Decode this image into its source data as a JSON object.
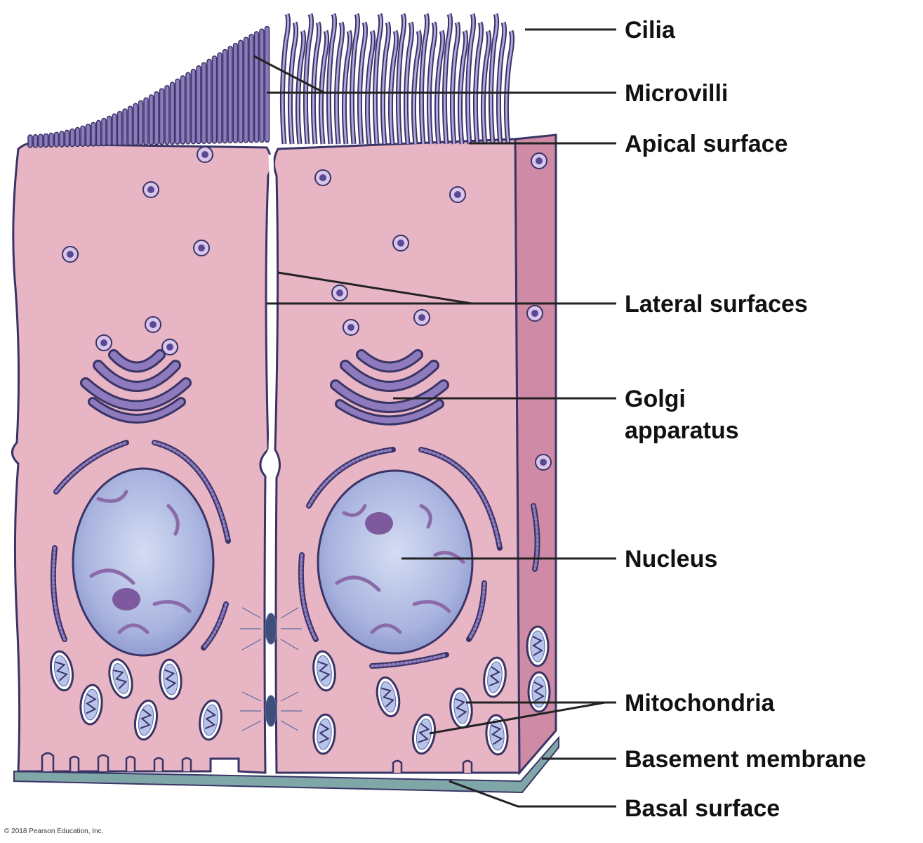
{
  "labels": {
    "cilia": "Cilia",
    "microvilli": "Microvilli",
    "apical_surface": "Apical surface",
    "lateral_surfaces": "Lateral surfaces",
    "golgi_line1": "Golgi",
    "golgi_line2": "apparatus",
    "nucleus": "Nucleus",
    "mitochondria": "Mitochondria",
    "basement_membrane": "Basement membrane",
    "basal_surface": "Basal surface"
  },
  "copyright": "© 2018 Pearson Education, Inc.",
  "colors": {
    "cytoplasm": "#e8b5c5",
    "cytoplasm_side": "#cf8ba6",
    "outline": "#3a3466",
    "organelle": "#8d7bbd",
    "organelle_dark": "#5a4a96",
    "nucleus": "#a9b5e0",
    "basement": "#7fa7a8",
    "leader": "#222222"
  }
}
